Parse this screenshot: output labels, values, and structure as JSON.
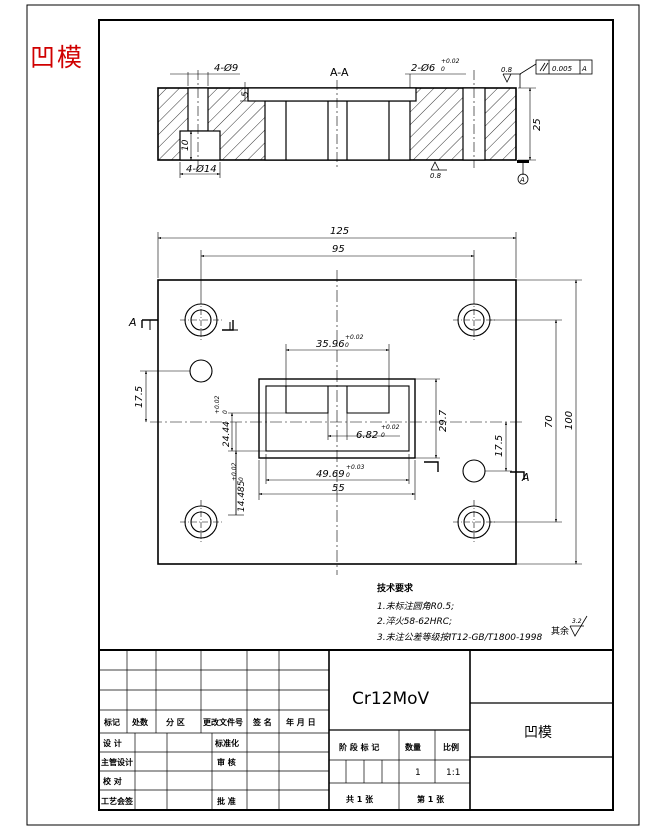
{
  "corner_label": "凹模",
  "section": {
    "title": "A-A",
    "dim_holes_top": "4-Ø9",
    "dim_fit": "2-Ø6",
    "dim_fit_tol": "+0.02",
    "dim_fit_tol0": "0",
    "roughness_top": "0.8",
    "roughness_bottom": "0.8",
    "gdt_tol": "0.005",
    "gdt_datum": "A",
    "datum_label": "A",
    "dim_5": "5",
    "dim_10": "10",
    "dim_25": "25",
    "dim_counterbore": "4-Ø14"
  },
  "plan": {
    "dim_125": "125",
    "dim_95": "95",
    "dim_35_96": "35.96",
    "dim_35_96_tol": "+0.02",
    "dim_35_96_tol0": "0",
    "dim_6_82": "6.82",
    "dim_6_82_tol": "+0.02",
    "dim_6_82_tol0": "0",
    "dim_49_69": "49.69",
    "dim_49_69_tol": "+0.03",
    "dim_49_69_tol0": "0",
    "dim_55": "55",
    "dim_24_44": "24.44",
    "dim_24_44_tol": "+0.02",
    "dim_24_44_tol0": "0",
    "dim_14_485": "14.485",
    "dim_14_485_tol": "+0.02",
    "dim_14_485_tol0": "0",
    "dim_29_7": "29.7",
    "dim_17_5_left": "17.5",
    "dim_17_5_right": "17.5",
    "dim_70": "70",
    "dim_100": "100",
    "cut_a_left": "A",
    "cut_a_right": "A"
  },
  "notes": {
    "title": "技术要求",
    "items": [
      "1.未标注圆角R0.5;",
      "2.淬火58-62HRC;",
      "3.未注公差等级按IT12-GB/T1800-1998"
    ],
    "rest_label": "其余",
    "rest_value": "3.2"
  },
  "title_block": {
    "material": "Cr12MoV",
    "part_name": "凹模",
    "headers": [
      "标记",
      "处数",
      "分 区",
      "更改文件号",
      "签 名",
      "年 月 日"
    ],
    "rows_left": [
      "设  计",
      "主管设计",
      "校  对",
      "工艺会签"
    ],
    "rows_mid": [
      "标准化",
      "审  核",
      "批  准"
    ],
    "stage_label": "阶 段 标 记",
    "qty_label": "数量",
    "scale_label": "比例",
    "qty_value": "1",
    "scale_value": "1:1",
    "sheets_total": "共 1 张",
    "sheet_no": "第 1 张"
  }
}
